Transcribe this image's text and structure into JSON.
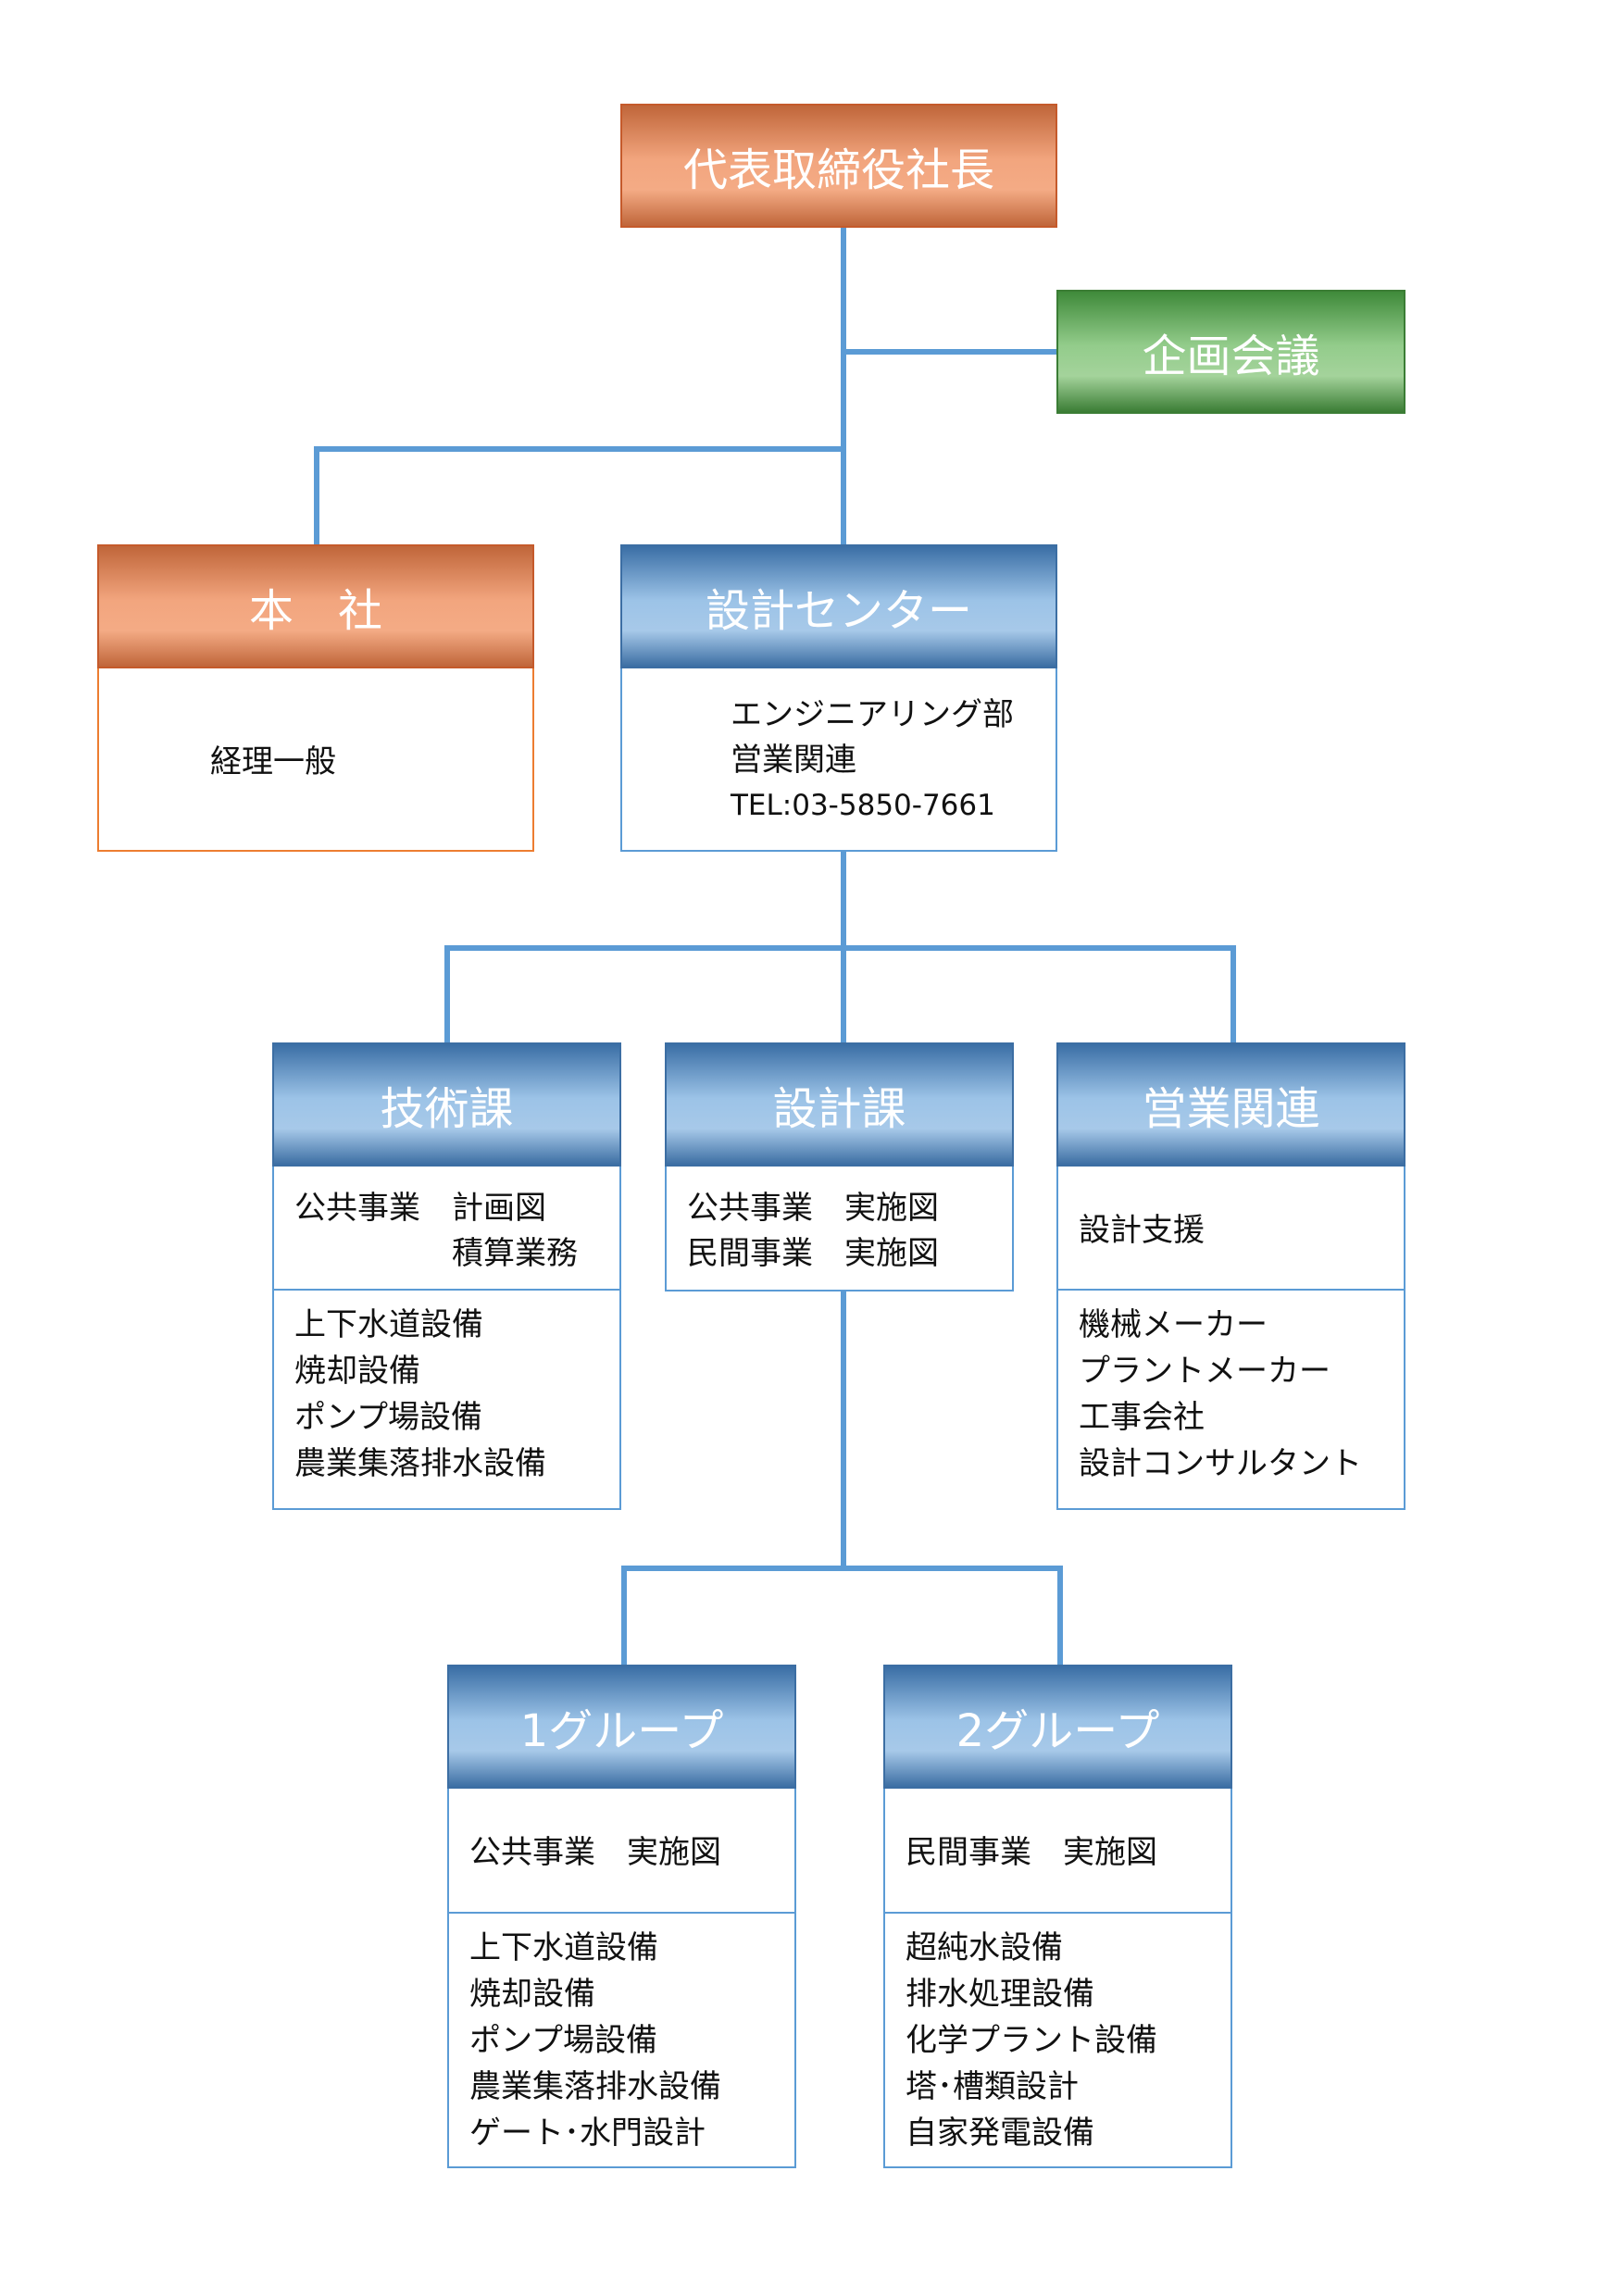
{
  "nodes": {
    "president": "代表取締役社長",
    "planning": "企画会議",
    "head_office": {
      "title": "本　社",
      "lines": [
        "経理一般"
      ]
    },
    "design_center": {
      "title": "設計センター",
      "lines": [
        "エンジニアリング部",
        "営業関連",
        "TEL:03-5850-7661"
      ]
    },
    "tech": {
      "title": "技術課",
      "top_lines": [
        "公共事業　計画図",
        "　　　　　積算業務"
      ],
      "bottom_lines": [
        "上下水道設備",
        "焼却設備",
        "ポンプ場設備",
        "農業集落排水設備"
      ]
    },
    "design": {
      "title": "設計課",
      "top_lines": [
        "公共事業　実施図",
        "民間事業　実施図"
      ]
    },
    "sales": {
      "title": "営業関連",
      "top_lines": [
        "設計支援"
      ],
      "bottom_lines": [
        "機械メーカー",
        "プラントメーカー",
        "工事会社",
        "設計コンサルタント"
      ]
    },
    "group1": {
      "title": "1グループ",
      "top_lines": [
        "公共事業　実施図"
      ],
      "bottom_lines": [
        "上下水道設備",
        "焼却設備",
        "ポンプ場設備",
        "農業集落排水設備",
        "ゲート･水門設計"
      ]
    },
    "group2": {
      "title": "2グループ",
      "top_lines": [
        "民間事業　実施図"
      ],
      "bottom_lines": [
        "超純水設備",
        "排水処理設備",
        "化学プラント設備",
        "塔･槽類設計",
        "自家発電設備"
      ]
    }
  }
}
